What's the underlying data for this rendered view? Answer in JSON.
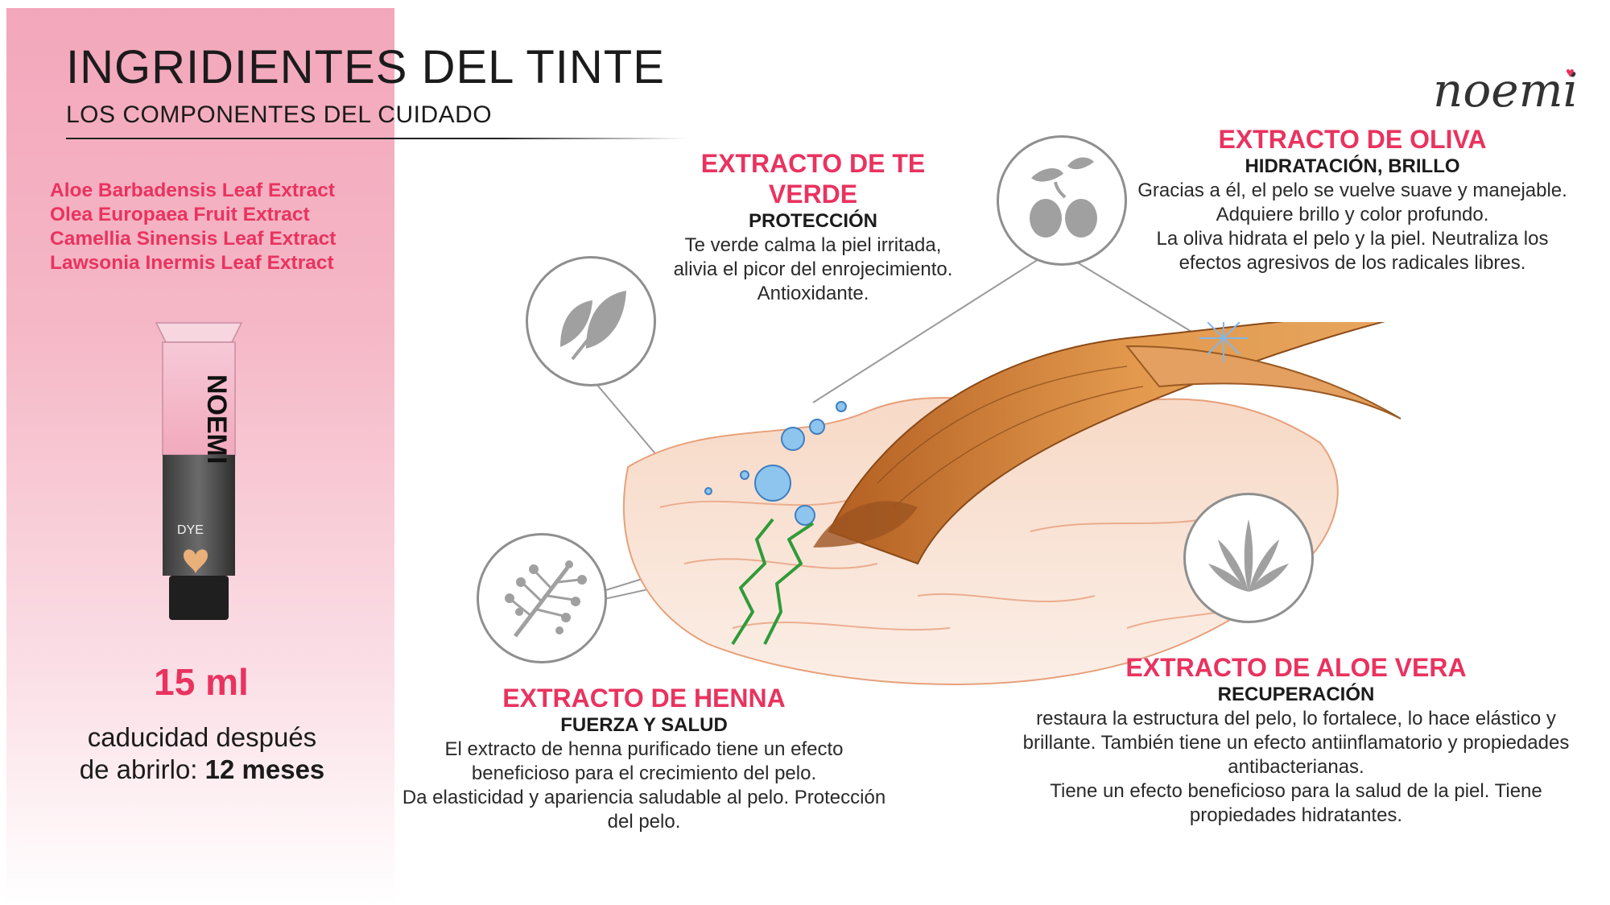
{
  "header": {
    "title": "INGRIDIENTES DEL TINTE",
    "subtitle": "LOS COMPONENTES DEL CUIDADO"
  },
  "brand": {
    "logo_text": "noemi"
  },
  "sidebar": {
    "ingredients": [
      "Aloe Barbadensis Leaf Extract",
      "Olea Europaea Fruit Extract",
      "Camellia Sinensis Leaf Extract",
      "Lawsonia Inermis Leaf Extract"
    ],
    "tube_label": "NOEMI",
    "tube_sublabel": "DYE",
    "volume": "15 ml",
    "expiry_text": "caducidad después de abrirlo:",
    "expiry_value": "12 meses"
  },
  "cards": {
    "te": {
      "title": "EXTRACTO DE TE VERDE",
      "subtitle": "PROTECCIÓN",
      "body": "Te verde calma la piel irritada, alivia el picor del enrojecimiento. Antioxidante."
    },
    "oliva": {
      "title": "EXTRACTO DE OLIVA",
      "subtitle": "HIDRATACIÓN, BRILLO",
      "body": "Gracias a él, el pelo se vuelve suave y manejable. Adquiere brillo y color profundo.",
      "body2": "La oliva hidrata el pelo y la piel. Neutraliza los efectos agresivos de los radicales libres."
    },
    "henna": {
      "title": "EXTRACTO DE HENNA",
      "subtitle": "FUERZA Y SALUD",
      "body": "El extracto de henna purificado tiene un efecto beneficioso para el crecimiento del pelo.",
      "body2": "Da elasticidad y apariencia saludable al pelo. Protección del pelo."
    },
    "aloe": {
      "title": "EXTRACTO DE ALOE VERA",
      "subtitle": "RECUPERACIÓN",
      "body": "restaura la estructura del pelo, lo fortalece, lo hace elástico y brillante. También tiene un efecto antiinflamatorio y propiedades antibacterianas.",
      "body2": "Tiene un efecto beneficioso para la salud de la piel. Tiene propiedades hidratantes."
    }
  },
  "icons": [
    "leaf-icon",
    "olive-icon",
    "henna-branch-icon",
    "aloe-icon"
  ],
  "colors": {
    "accent": "#e9335f",
    "sidebar_pink": "#f3a7bb",
    "icon_gray": "#8f8f8f",
    "hair": "#d98a3e"
  }
}
